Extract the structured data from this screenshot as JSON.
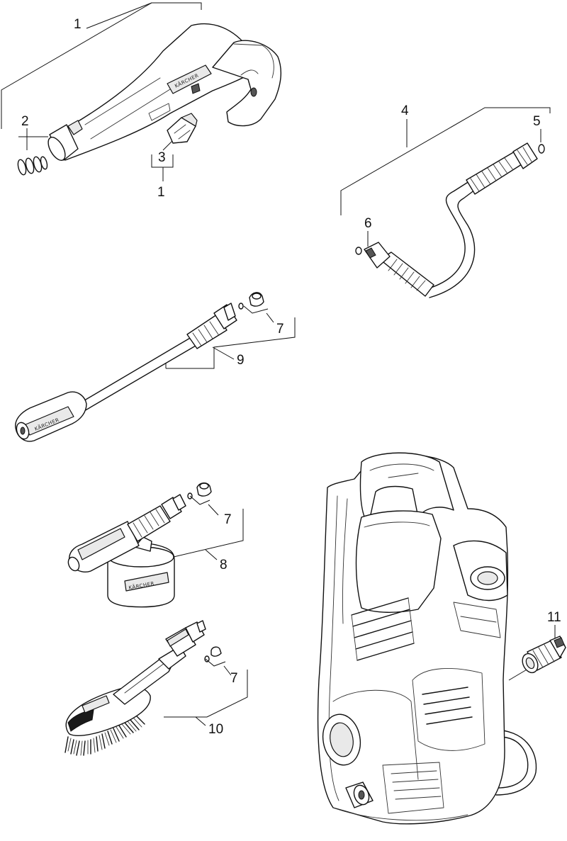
{
  "callouts": {
    "gun_assembly": "1",
    "springs": "2",
    "clip": "3",
    "clip_assembly": "1",
    "hose": "4",
    "hose_oring_end": "5",
    "hose_oring_start": "6",
    "lance_nozzle": "7",
    "foam_nozzle": "7",
    "brush_nozzle": "7",
    "foam_nozzle_bottle": "8",
    "spray_lance": "9",
    "wash_brush": "10",
    "water_connector": "11"
  }
}
